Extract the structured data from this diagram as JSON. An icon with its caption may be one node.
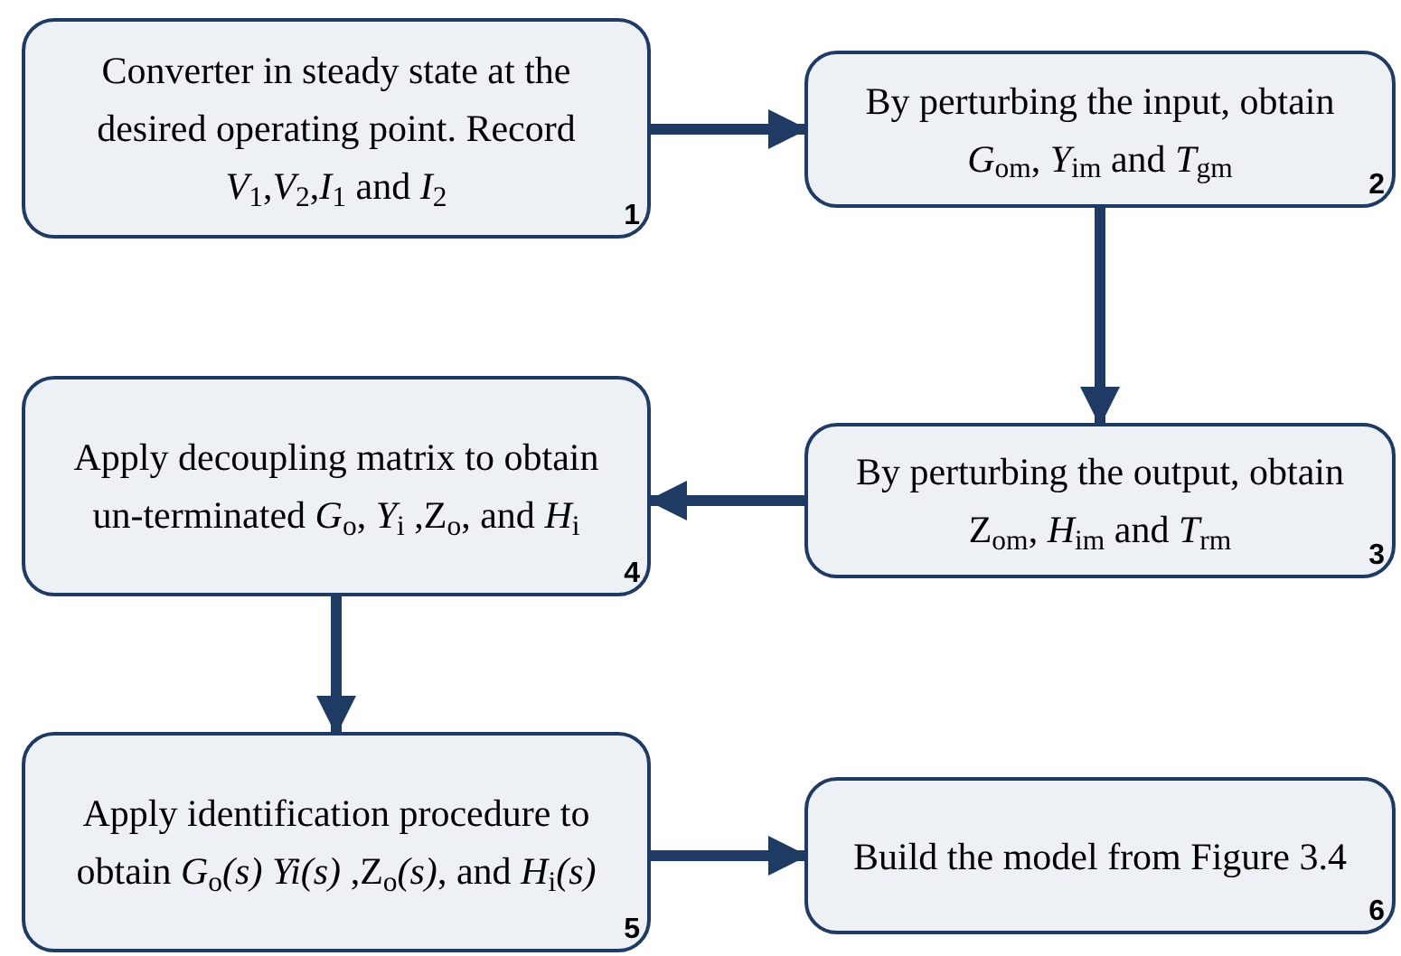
{
  "diagram": {
    "nodes": [
      {
        "text": [
          "Converter in  steady state at the desired operating point. Record *V*$_{1}$,*V*$_{2}$,*I*$_{1}$ and *I*$_{2}$",
          "1"
        ]
      },
      {
        "text": [
          "By perturbing the input, obtain *G*$_{om}$, *Y*$_{im}$ and *T*$_{gm}$",
          "2"
        ]
      },
      {
        "text": [
          "By perturbing the output, obtain Z$_{om}$, *H*$_{im}$ and *T*$_{rm}$",
          "3"
        ]
      },
      {
        "text": [
          "Apply decoupling matrix to obtain un-terminated *G*$_{o}$, *Y*$_{i}$ ,Z$_{o}$, and *H*$_{i}$",
          "4"
        ]
      },
      {
        "text": [
          "Apply identification procedure to obtain *G*$_{o}$*(s) Yi(s)* ,Z$_{o}$*(s)*, and *H*$_{i}$*(s)*",
          "5"
        ]
      },
      {
        "text": [
          "Build the model from Figure 3.4",
          "6"
        ]
      }
    ],
    "edges": [
      {
        "from": 0,
        "to": 1,
        "arrow": "to"
      },
      {
        "from": 1,
        "to": 2,
        "arrow": "to"
      },
      {
        "from": 2,
        "to": 3,
        "arrow": "to"
      },
      {
        "from": 3,
        "to": 4,
        "arrow": "to"
      },
      {
        "from": 4,
        "to": 5,
        "arrow": "to"
      }
    ]
  }
}
